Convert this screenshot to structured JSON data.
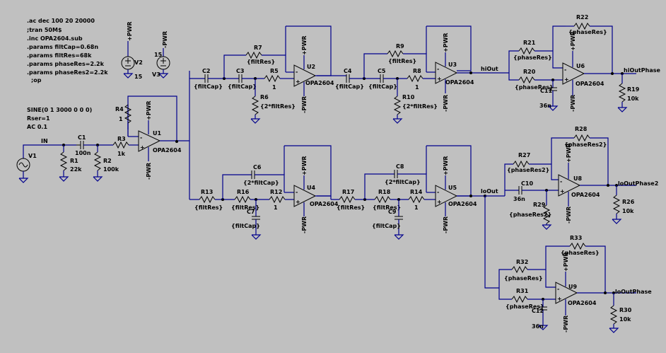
{
  "directives": [
    ".ac dec 100 20 20000",
    ";tran 50M$",
    ".inc OPA2604.sub",
    ".params filtCap=0.68n",
    ".params filtRes=68k",
    ".params phaseRes=2.2k",
    ".params phaseRes2=2.2k",
    ";op"
  ],
  "source": {
    "name": "V1",
    "spec": [
      "SINE(0 1 3000 0 0 0)",
      "Rser=1",
      "AC 0.1"
    ]
  },
  "supply": {
    "v2": "V2",
    "v3": "V3",
    "v2_value": "15",
    "v3_value": "15",
    "pos": "+PWR",
    "neg": "-PWR"
  },
  "nets": {
    "in": "IN",
    "hi_out": "hiOut",
    "lo_out": "loOut",
    "hi_out_phase": "hiOutPhase",
    "lo_out_phase2": "loOutPhase2",
    "lo_out_phase": "loOutPhase",
    "pos": "+PWR",
    "neg": "-PWR"
  },
  "opamps": {
    "model": "OPA2604",
    "names": [
      "U1",
      "U2",
      "U3",
      "U4",
      "U5",
      "U6",
      "U8",
      "U9"
    ]
  },
  "components": {
    "C1": [
      "C1",
      "100n"
    ],
    "R1": [
      "R1",
      "22k"
    ],
    "R2": [
      "R2",
      "100k"
    ],
    "R3": [
      "R3",
      "1k"
    ],
    "R4": [
      "R4",
      "1"
    ],
    "C2": [
      "C2",
      "{filtCap}"
    ],
    "C3": [
      "C3",
      "{filtCap}"
    ],
    "R7": [
      "R7",
      "{filtRes}"
    ],
    "R5": [
      "R5",
      "1"
    ],
    "R6": [
      "R6",
      "{2*filtRes}"
    ],
    "C4": [
      "C4",
      "{filtCap}"
    ],
    "C5": [
      "C5",
      "{filtCap}"
    ],
    "R9": [
      "R9",
      "{filtRes}"
    ],
    "R8": [
      "R8",
      "1"
    ],
    "R10": [
      "R10",
      "{2*filtRes}"
    ],
    "R13": [
      "R13",
      "{filtRes}"
    ],
    "R16": [
      "R16",
      "{filtRes}"
    ],
    "C6": [
      "C6",
      "{2*filtCap}"
    ],
    "C7": [
      "C7",
      "{filtCap}"
    ],
    "R12": [
      "R12",
      "1"
    ],
    "R17": [
      "R17",
      "{filtRes}"
    ],
    "R18": [
      "R18",
      "{filtRes}"
    ],
    "C8": [
      "C8",
      "{2*filtCap}"
    ],
    "C9": [
      "C9",
      "{filtCap}"
    ],
    "R14": [
      "R14",
      "1"
    ],
    "R21": [
      "R21",
      "{phaseRes}"
    ],
    "R20": [
      "R20",
      "{phaseRes}"
    ],
    "R22": [
      "R22",
      "{phaseRes}"
    ],
    "C11": [
      "C11",
      "36n"
    ],
    "R19": [
      "R19",
      "10k"
    ],
    "R27": [
      "R27",
      "{phaseRes2}"
    ],
    "R28": [
      "R28",
      "{phaseRes2}"
    ],
    "C10": [
      "C10",
      "36n"
    ],
    "R29": [
      "R29",
      "{phaseRes2}"
    ],
    "R26": [
      "R26",
      "10k"
    ],
    "R32": [
      "R32",
      "{phaseRes}"
    ],
    "R33": [
      "R33",
      "{phaseRes}"
    ],
    "R31": [
      "R31",
      "{phaseRes}"
    ],
    "C12": [
      "C12",
      "36n"
    ],
    "R30": [
      "R30",
      "10k"
    ]
  }
}
